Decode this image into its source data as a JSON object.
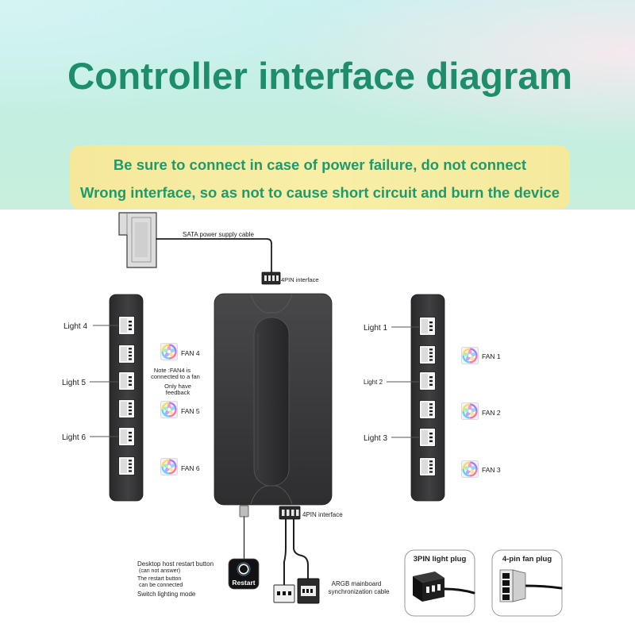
{
  "header": {
    "title": "Controller interface diagram",
    "warning": [
      "Be sure to connect in case of power failure, do not connect",
      "Wrong interface, so as not to cause short circuit and burn the device"
    ]
  },
  "top_cable": {
    "sata_label": "SATA power supply cable",
    "port_label": "4PIN interface"
  },
  "left_bank": {
    "lights": [
      "Light 4",
      "Light 5",
      "Light 6"
    ],
    "fans": [
      "FAN 4",
      "FAN 5",
      "FAN 6"
    ],
    "note": [
      "Note :FAN4 is",
      "connected to a fan"
    ],
    "feedback": [
      "Only have",
      "feedback"
    ]
  },
  "right_bank": {
    "lights": [
      "Light 1",
      "Light 2",
      "Light 3"
    ],
    "fans": [
      "FAN 1",
      "FAN 2",
      "FAN 3"
    ]
  },
  "restart": {
    "title": [
      "Desktop host restart button",
      "(can not answer)"
    ],
    "note": [
      "The restart button",
      "can be connected"
    ],
    "mode": "Switch lighting mode",
    "button_label": "Restart"
  },
  "argb": {
    "port_label": "4PIN interface",
    "cable": [
      "ARGB mainboard",
      "synchronization cable"
    ]
  },
  "plugs": [
    "3PIN light plug",
    "4-pin fan plug"
  ],
  "icons": {
    "fan": "rgb-fan-icon",
    "restart": "power-ring-icon"
  },
  "colors": {
    "title": "#1d8d6c",
    "warning_text": "#1f9a6c",
    "warning_box": "#f8eea6",
    "device_body": "#38383b"
  }
}
